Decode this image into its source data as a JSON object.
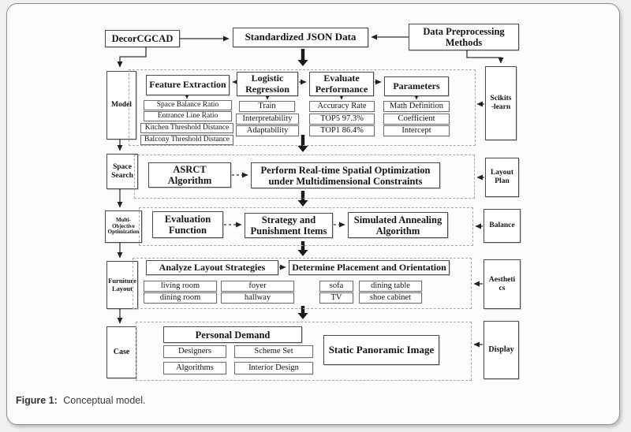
{
  "caption": {
    "label": "Figure 1:",
    "text": "Conceptual model."
  },
  "top_row": {
    "decorcgcad": "DecorCGCAD",
    "json_data": "Standardized JSON Data",
    "preprocessing": "Data Preprocessing Methods"
  },
  "left_labels": [
    "Model",
    "Space\nSearch",
    "Multi-\nObjective\nOptimization",
    "Furniture\nLayout",
    "Case"
  ],
  "right_labels": [
    "Scikits\n-learn",
    "Layout\nPlan",
    "Balance",
    "Aestheti\ncs",
    "Display"
  ],
  "model_section": {
    "feature_extraction": {
      "title": "Feature Extraction",
      "items": [
        "Space Balance Ratio",
        "Entrance Line Ratio",
        "Kitchen Threshold Distance",
        "Balcony Threshold Distance"
      ]
    },
    "logistic_regression": {
      "title": "Logistic Regression",
      "items": [
        "Train",
        "Interpretability",
        "Adaptability"
      ]
    },
    "evaluate_performance": {
      "title": "Evaluate Performance",
      "items": [
        "Accuracy Rate",
        "TOP5 97.3%",
        "TOP1 86.4%"
      ]
    },
    "parameters": {
      "title": "Parameters",
      "items": [
        "Math Definition",
        "Coefficient",
        "Intercept"
      ]
    }
  },
  "space_section": {
    "asrct": "ASRCT Algorithm",
    "perform": "Perform Real-time Spatial Optimization under Multidimensional Constraints"
  },
  "optimization_section": {
    "evaluation": "Evaluation Function",
    "strategy": "Strategy and Punishment Items",
    "annealing": "Simulated Annealing Algorithm"
  },
  "furniture_section": {
    "analyze": "Analyze Layout Strategies",
    "determine": "Determine Placement and Orientation",
    "rooms": [
      "living room",
      "foyer",
      "dining room",
      "hallway"
    ],
    "furniture": [
      "sofa",
      "dining table",
      "TV",
      "shoe cabinet"
    ]
  },
  "case_section": {
    "personal_demand": "Personal Demand",
    "items": [
      "Designers",
      "Scheme Set",
      "Algorithms",
      "Interior Design"
    ],
    "panoramic": "Static Panoramic Image"
  }
}
